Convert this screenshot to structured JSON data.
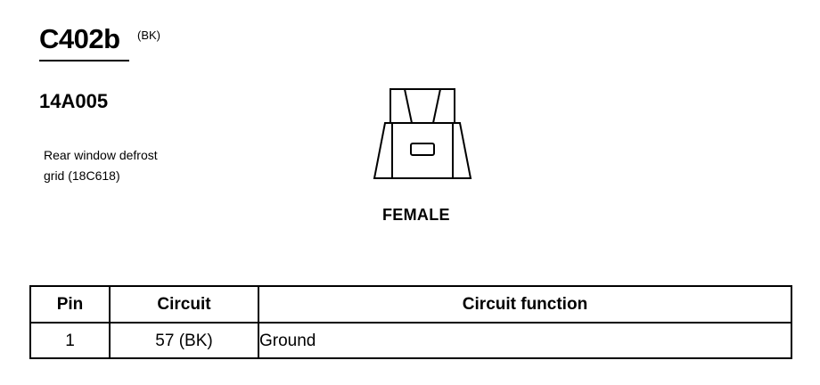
{
  "connector": {
    "id": "C402b",
    "color_code": "(BK)",
    "part_number": "14A005",
    "description_lines": [
      "Rear window defrost",
      "grid (18C618)"
    ],
    "gender": "FEMALE"
  },
  "pinout": {
    "headers": [
      "Pin",
      "Circuit",
      "Circuit function"
    ],
    "rows": [
      {
        "pin": "1",
        "circuit": "57 (BK)",
        "function": "Ground"
      }
    ]
  },
  "icons": {
    "connector_face": "connector-face-icon"
  }
}
